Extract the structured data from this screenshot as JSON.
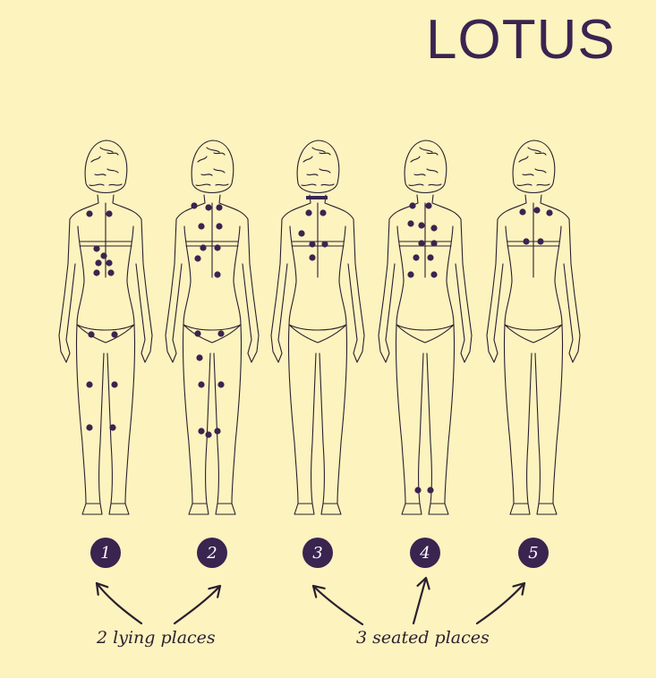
{
  "title": "LOTUS",
  "colors": {
    "background": "#fdf3bf",
    "accent": "#3a2450",
    "line": "#2a1f2e"
  },
  "figures": [
    {
      "number": "1",
      "points": [
        [
          -18,
          -146
        ],
        [
          4,
          -146
        ],
        [
          -10,
          -107
        ],
        [
          -2,
          -99
        ],
        [
          -8,
          -91
        ],
        [
          4,
          -91
        ],
        [
          -10,
          -80
        ],
        [
          6,
          -80
        ],
        [
          -16,
          -11
        ],
        [
          10,
          -11
        ],
        [
          -18,
          45
        ],
        [
          10,
          45
        ],
        [
          -18,
          93
        ],
        [
          8,
          93
        ]
      ]
    },
    {
      "number": "2",
      "points": [
        [
          -20,
          -155
        ],
        [
          -4,
          -153
        ],
        [
          8,
          -153
        ],
        [
          8,
          -132
        ],
        [
          -12,
          -132
        ],
        [
          -10,
          -108
        ],
        [
          6,
          -108
        ],
        [
          -16,
          -96
        ],
        [
          6,
          -78
        ],
        [
          -16,
          -12
        ],
        [
          10,
          -12
        ],
        [
          -14,
          15
        ],
        [
          10,
          45
        ],
        [
          -12,
          45
        ],
        [
          -12,
          97
        ],
        [
          -4,
          101
        ],
        [
          6,
          97
        ]
      ]
    },
    {
      "number": "3",
      "points": [
        [
          -10,
          -147
        ],
        [
          6,
          -147
        ],
        [
          -18,
          -124
        ],
        [
          -6,
          -112
        ],
        [
          8,
          -112
        ],
        [
          -6,
          -97
        ]
      ],
      "bar": [
        [
          -13,
          -164
        ],
        [
          11,
          -164
        ]
      ]
    },
    {
      "number": "4",
      "points": [
        [
          -14,
          -155
        ],
        [
          4,
          -155
        ],
        [
          -16,
          -135
        ],
        [
          -4,
          -133
        ],
        [
          10,
          -130
        ],
        [
          -4,
          -113
        ],
        [
          10,
          -113
        ],
        [
          -10,
          -97
        ],
        [
          6,
          -97
        ],
        [
          -16,
          -78
        ],
        [
          10,
          -78
        ],
        [
          -8,
          163
        ],
        [
          6,
          163
        ]
      ]
    },
    {
      "number": "5",
      "points": [
        [
          -12,
          -148
        ],
        [
          4,
          -150
        ],
        [
          18,
          -147
        ],
        [
          -8,
          -115
        ],
        [
          8,
          -115
        ]
      ]
    }
  ],
  "captions": {
    "lying": "2 lying places",
    "seated": "3 seated places"
  }
}
